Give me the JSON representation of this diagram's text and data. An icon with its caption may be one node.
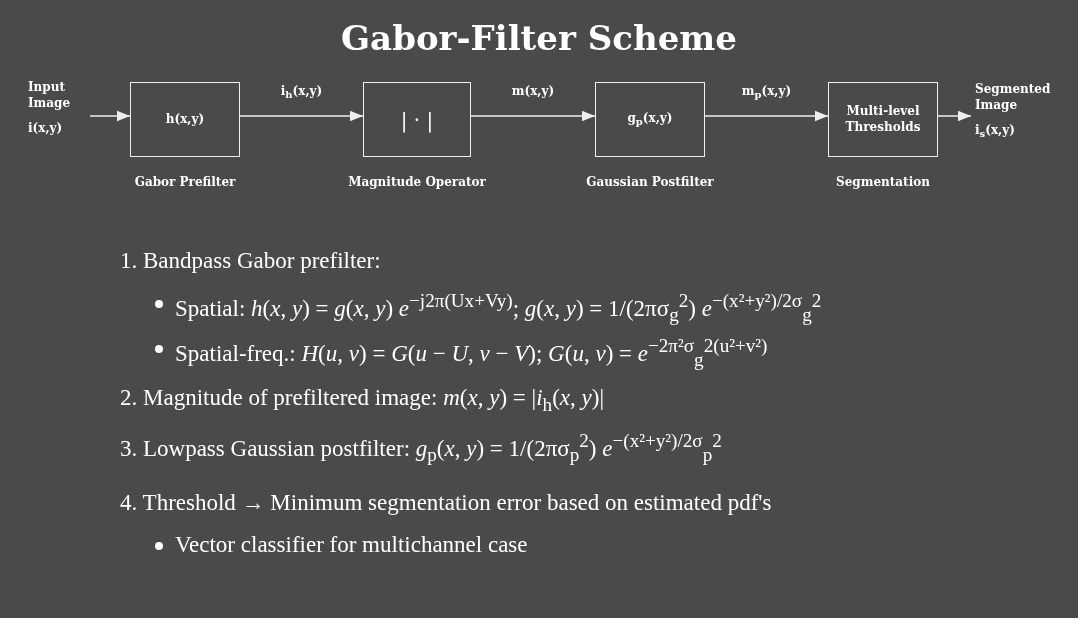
{
  "diagram": {
    "title": "Gabor-Filter Scheme",
    "nodes": [
      {
        "text": [
          "Input Image",
          "i(x,y)"
        ]
      },
      {
        "text": [
          "h(x,y)"
        ],
        "beside": [
          "Gabor Prefilter"
        ]
      },
      {
        "text": [
          "| · |"
        ],
        "beside": [
          "Magnitude Operator"
        ]
      },
      {
        "text": [
          "g$_{p}$(x,y)"
        ],
        "beside": [
          "Gaussian Postfilter"
        ]
      },
      {
        "text": [
          "Multi-level Thresholds"
        ],
        "beside": [
          "Segmentation"
        ]
      },
      {
        "text": [
          "Segmented Image",
          "i$_{s}$(x,y)"
        ]
      }
    ],
    "edges": [
      {
        "from": 0,
        "to": 1,
        "arrow": "to"
      },
      {
        "from": 1,
        "to": 2,
        "arrow": "to",
        "label": "i$_{h}$(x,y)"
      },
      {
        "from": 2,
        "to": 3,
        "arrow": "to",
        "label": "m(x,y)"
      },
      {
        "from": 3,
        "to": 4,
        "arrow": "to",
        "label": "m$_{p}$(x,y)"
      },
      {
        "from": 4,
        "to": 5,
        "arrow": "to"
      }
    ],
    "labels": [
      "1. Bandpass Gabor prefilter:",
      "Spatial:   *h*(*x*, *y*) = *g*(*x*, *y*) *e*$^{−j2π(Ux+Vy)}$;   *g*(*x*, *y*) = 1/(2πσ$_{g}$$^{2}$) *e*$^{−(x²+y²)/2σ}$$_{g}$$^{2}$",
      "Spatial-freq.:   *H*(*u*, *v*) = *G*(*u* − *U*, *v* − *V*);   *G*(*u*, *v*) = *e*$^{−2π²σ}$$_{g}$$^{2(u²+v²)}$",
      "2. Magnitude of prefiltered image:      *m*(*x*, *y*) = |*i*$_{h}$(*x*, *y*)|",
      "3. Lowpass Gaussian postfilter:      *g*$_{p}$(*x*, *y*) = 1/(2πσ$_{p}$$^{2}$) *e*$^{−(x²+y²)/2σ}$$_{p}$$^{2}$",
      "4. Threshold → Minimum segmentation error based on estimated pdf's",
      "Vector classifier for multichannel case"
    ]
  }
}
